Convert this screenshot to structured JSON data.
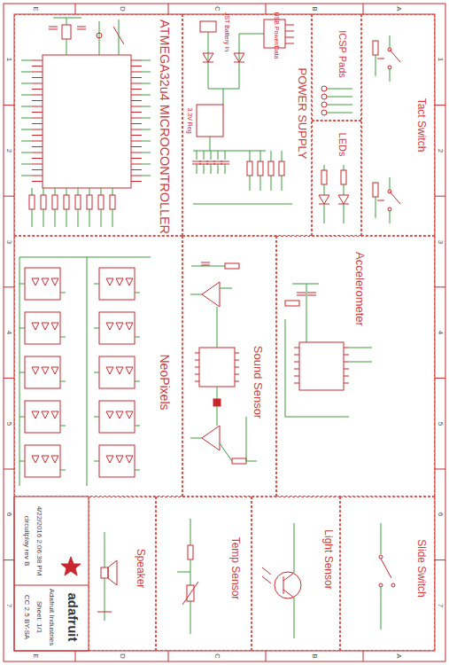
{
  "diagram": {
    "nodes": [
      {
        "text": [
          "ATMEGA32u4 MICROCONTROLLER"
        ]
      },
      {
        "text": [
          "POWER SUPPLY"
        ]
      },
      {
        "text": [
          "ICSP Pads"
        ]
      },
      {
        "text": [
          "LEDs"
        ]
      },
      {
        "text": [
          "Tact Switch"
        ]
      },
      {
        "text": [
          "NeoPixels"
        ]
      },
      {
        "text": [
          "Sound Sensor"
        ]
      },
      {
        "text": [
          "Accelerometer"
        ]
      },
      {
        "text": [
          "Speaker"
        ]
      },
      {
        "text": [
          "Temp Sensor"
        ]
      },
      {
        "text": [
          "Light Sensor"
        ]
      },
      {
        "text": [
          "Slide Switch"
        ]
      }
    ],
    "labels": [
      "E",
      "D",
      "C",
      "B",
      "A",
      "E",
      "D",
      "C",
      "B",
      "A",
      "1",
      "2",
      "3",
      "4",
      "5",
      "6",
      "7",
      "1",
      "2",
      "3",
      "4",
      "5",
      "6",
      "7",
      "USB Power/Data",
      "JST Battery In",
      "3.3V Reg",
      "adafruit",
      "circuitplay rev B",
      "4/22/2016 2:06:38 PM",
      "CC 2.5 BY-SA",
      "Sheet: 1/1",
      "Adafruit Industries"
    ]
  }
}
